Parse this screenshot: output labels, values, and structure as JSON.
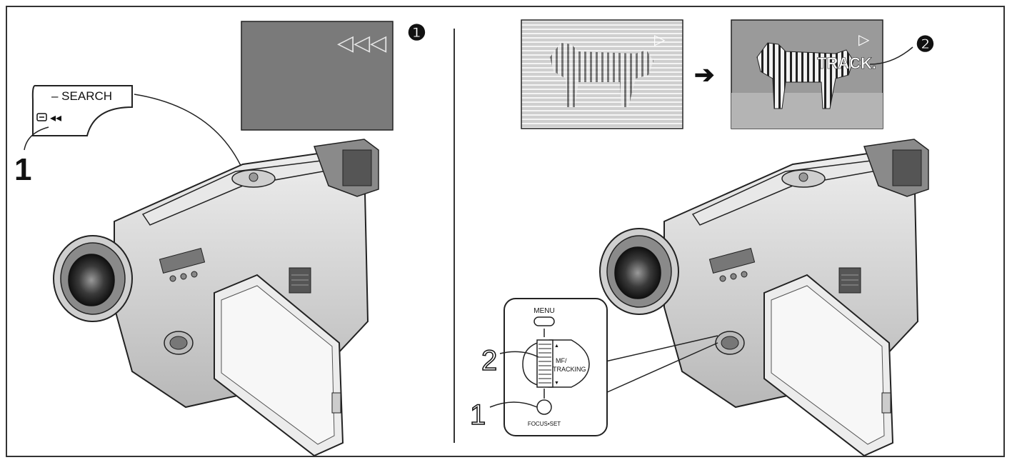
{
  "left_panel": {
    "step_number": "1",
    "callout_label": "– SEARCH",
    "button_symbol": "◂◂",
    "screen_symbol": "◁◁◁",
    "screen_marker": "❶"
  },
  "right_panel": {
    "arrow": "➔",
    "screen_symbol": "▷",
    "tracking_text": "TRACK.",
    "screen_marker": "❷",
    "inset": {
      "menu_label": "MENU",
      "dial_label": "MF/\nTRACKING",
      "dial_label_line1": "MF/",
      "dial_label_line2": "TRACKING",
      "button_label": "FOCUS•SET",
      "step_2": "2",
      "step_1": "1"
    }
  },
  "colors": {
    "screen_gray": "#7a7a7a",
    "line_color": "#222222",
    "camera_fill": "#d9d9d9"
  }
}
